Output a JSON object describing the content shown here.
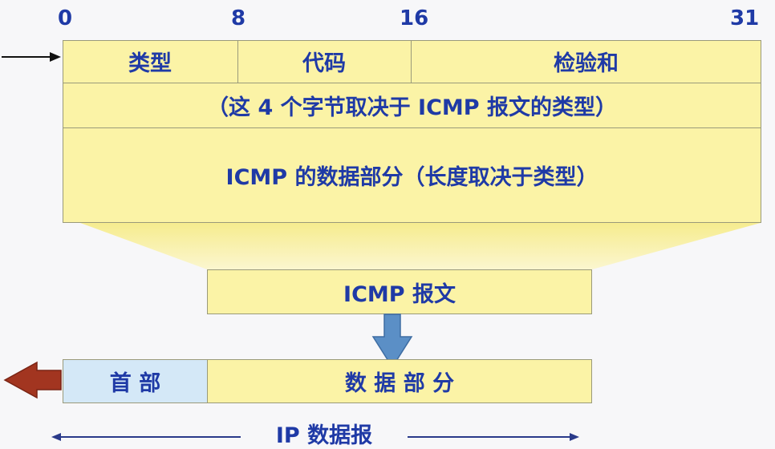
{
  "bit_scale": {
    "ticks": [
      "0",
      "8",
      "16",
      "31"
    ]
  },
  "icmp_header": {
    "type_label": "类型",
    "code_label": "代码",
    "checksum_label": "检验和",
    "rest_of_header": "（这 4 个字节取决于 ICMP 报文的类型）",
    "data_section": "ICMP 的数据部分（长度取决于类型）"
  },
  "icmp_message": {
    "label": "ICMP 报文"
  },
  "ip_datagram": {
    "header_label": "首 部",
    "data_label": "数 据 部 分",
    "span_label": "IP 数据报"
  },
  "colors": {
    "box_fill": "#fbf3a6",
    "header_fill": "#d4e8f7",
    "text": "#1f3aa6",
    "funnel": "#f7ee9c",
    "down_arrow": "#5b8fc6",
    "left_arrow": "#a23520"
  }
}
